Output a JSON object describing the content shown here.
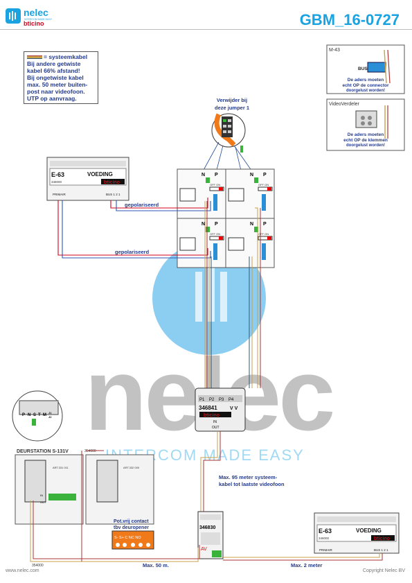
{
  "header": {
    "brand": "nelec",
    "tagline": "INTERCOM MADE EASY",
    "sub_brand": "bticino",
    "doc_id": "GBM_16-0727"
  },
  "note": {
    "legend_label": "= systeemkabel",
    "lines": [
      "Bij andere getwiste",
      "kabel 66% afstand!",
      "Bij ongetwiste kabel",
      "max. 50 meter buiten-",
      "post naar videofoon.",
      "UTP op aanvraag."
    ]
  },
  "m43": {
    "title": "M-43",
    "bus_label": "BUS",
    "text1": "De aders moeten",
    "text2": "echt OP de connector",
    "text3": "doorgelust worden!"
  },
  "vv": {
    "title": "VideoVerdeler",
    "text1": "De aders moeten",
    "text2": "echt OP de klemmen",
    "text3": "doorgelust worden!"
  },
  "jumper_note": {
    "line1": "Verwijder bij",
    "line2": "deze jumper 1"
  },
  "psu1": {
    "model": "E-63",
    "name": "VOEDING",
    "code": "346000",
    "brand": "bticino",
    "primair": "PRIMAIR",
    "bus": "BUS 1 2 1"
  },
  "psu2": {
    "model": "E-63",
    "name": "VOEDING",
    "code": "346000",
    "brand": "bticino",
    "primair": "PRIMAIR",
    "bus": "BUS 1 2 1"
  },
  "labels": {
    "polarized1": "gepolariseerd",
    "polarized2": "gepolariseerd",
    "n": "N",
    "p": "P",
    "off_on": "OFF ON",
    "one": "1"
  },
  "distributor": {
    "code": "346841",
    "vv": "V V",
    "ports": [
      "P1",
      "P2",
      "P3",
      "P4"
    ],
    "in": "IN",
    "out": "OUT",
    "brand": "bticino"
  },
  "door_station": {
    "title": "DEURSTATION S-131V",
    "code": "354000",
    "art1": "ART.331 011",
    "art2": "ART.332 000",
    "in": "IN",
    "out": "OUT"
  },
  "door_terminal": {
    "labels": [
      "P",
      "N",
      "S",
      "T",
      "M",
      "J1",
      "J2"
    ]
  },
  "adapter": {
    "code": "346830",
    "av": "AV"
  },
  "max95": {
    "line1": "Max. 95 meter systeem-",
    "line2": "kabel tot laatste videofoon"
  },
  "relay": {
    "line1": "Pot.vrij contact",
    "line2": "tbv deuropener",
    "terminals": "S-  S+ C  NC NO"
  },
  "distances": {
    "max50": "Max. 50 m.",
    "max2": "Max. 2 meter"
  },
  "footer": {
    "website": "www.nelec.com",
    "copyright": "Copyright Nelec BV"
  },
  "watermark": {
    "word": "nelec",
    "tagline": "INTERCOM MADE EASY"
  },
  "colors": {
    "brand_blue": "#1aa3e0",
    "navy_text": "#243b8c",
    "red": "#d0021b",
    "orange": "#f07a1a",
    "green": "#3bb23b",
    "watermark": "#9a9a9a"
  }
}
